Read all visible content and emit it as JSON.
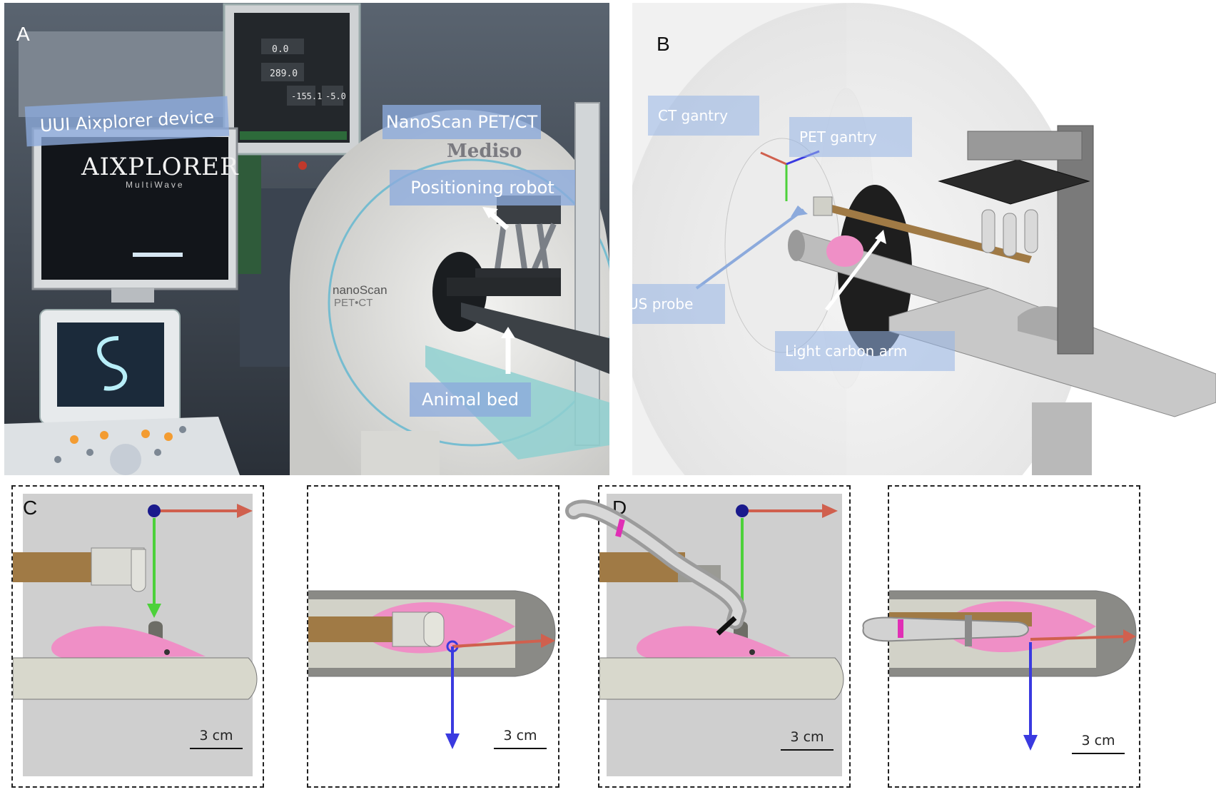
{
  "panel_a": {
    "letter": "A",
    "labels": {
      "aixplorer_device": "UUI Aixplorer device",
      "nanoscan": "NanoScan PET/CT",
      "positioning_robot": "Positioning robot",
      "animal_bed": "Animal bed"
    },
    "screen_texts": {
      "monitor_brand": "AIXPLORER",
      "monitor_sub": "MultiWave",
      "scanner_brand": "Mediso",
      "scanner_model_1": "nanoScan",
      "scanner_model_2": "PET•CT",
      "readout_1": "0.0",
      "readout_2": "289.0",
      "readout_3": "-155.1",
      "readout_4": "-5.0"
    }
  },
  "panel_b": {
    "letter": "B",
    "labels": {
      "ct_gantry": "CT gantry",
      "pet_gantry": "PET gantry",
      "us_probe": "US probe",
      "light_carbon_arm": "Light carbon arm"
    }
  },
  "panel_c": {
    "letter": "C",
    "scale_left": "3 cm",
    "scale_right": "3 cm"
  },
  "panel_d": {
    "letter": "D",
    "scale_left": "3 cm",
    "scale_right": "3 cm"
  },
  "colors": {
    "x_axis": "#d0604e",
    "y_axis_green": "#4cd13a",
    "z_axis_blue": "#3a3ae0",
    "origin_ball": "#1a1a8c",
    "mouse_pink": "#ef8fc6",
    "carbon_arm": "#a07a45",
    "label_bg": "#8caadc"
  }
}
